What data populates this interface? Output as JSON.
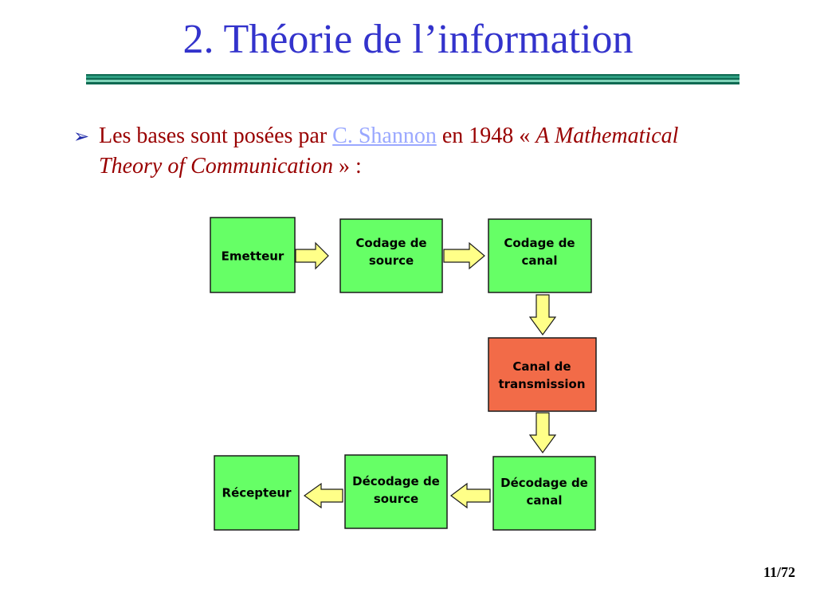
{
  "slide": {
    "title": "2. Théorie de l’information",
    "bullet": {
      "prefix": "Les bases sont posées par ",
      "link": "C. Shannon",
      "mid": " en 1948 « ",
      "italic": "A Mathematical Theory of Communication",
      "suffix": " » :"
    },
    "page_number": "11/72"
  },
  "diagram": {
    "colors": {
      "box": "#66ff66",
      "channel": "#f26b48",
      "arrow": "#ffff88"
    },
    "boxes": {
      "emetteur": [
        "Emetteur"
      ],
      "codage_source": [
        "Codage de",
        "source"
      ],
      "codage_canal": [
        "Codage de",
        "canal"
      ],
      "canal": [
        "Canal de",
        "transmission"
      ],
      "decodage_canal": [
        "Décodage de",
        "canal"
      ],
      "decodage_source": [
        "Décodage de",
        "source"
      ],
      "recepteur": [
        "Récepteur"
      ]
    }
  }
}
